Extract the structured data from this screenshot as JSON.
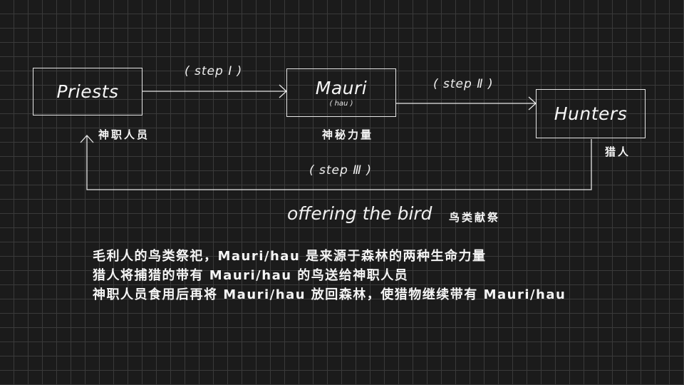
{
  "nodes": {
    "priests": {
      "title": "Priests",
      "label": "神职人员"
    },
    "mauri": {
      "title": "Mauri",
      "sub": "( hau )",
      "label": "神秘力量"
    },
    "hunters": {
      "title": "Hunters",
      "label": "猎人"
    }
  },
  "steps": {
    "step1": "( step Ⅰ )",
    "step2": "( step Ⅱ )",
    "step3": "( step Ⅲ )"
  },
  "offering": {
    "text": "offering the bird",
    "label": "鸟类献祭"
  },
  "description": [
    "毛利人的鸟类祭祀，Mauri/hau 是来源于森林的两种生命力量",
    "猎人将捕猎的带有 Mauri/hau 的鸟送给神职人员",
    "神职人员食用后再将 Mauri/hau 放回森林，使猎物继续带有 Mauri/hau"
  ]
}
